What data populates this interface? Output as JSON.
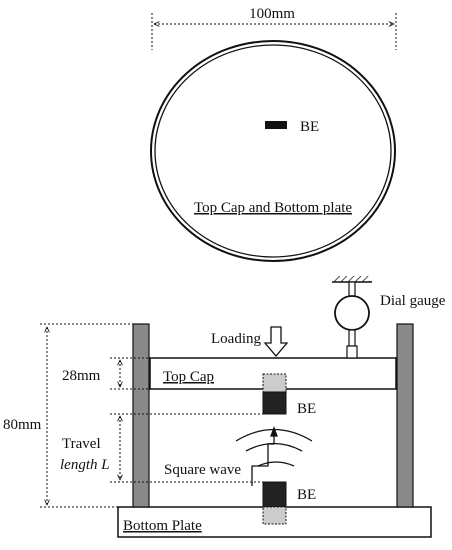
{
  "top_view": {
    "diameter_label": "100mm",
    "be_label": "BE",
    "caption": "Top Cap and Bottom plate"
  },
  "side_view": {
    "dial_gauge_label": "Dial gauge",
    "loading_label": "Loading",
    "cap_height_label": "28mm",
    "total_height_label": "80mm",
    "top_cap_label": "Top Cap",
    "be_upper_label": "BE",
    "be_lower_label": "BE",
    "travel_label_line1": "Travel",
    "travel_label_line2": "length L",
    "square_wave_label": "Square wave",
    "bottom_plate_label": "Bottom Plate"
  }
}
